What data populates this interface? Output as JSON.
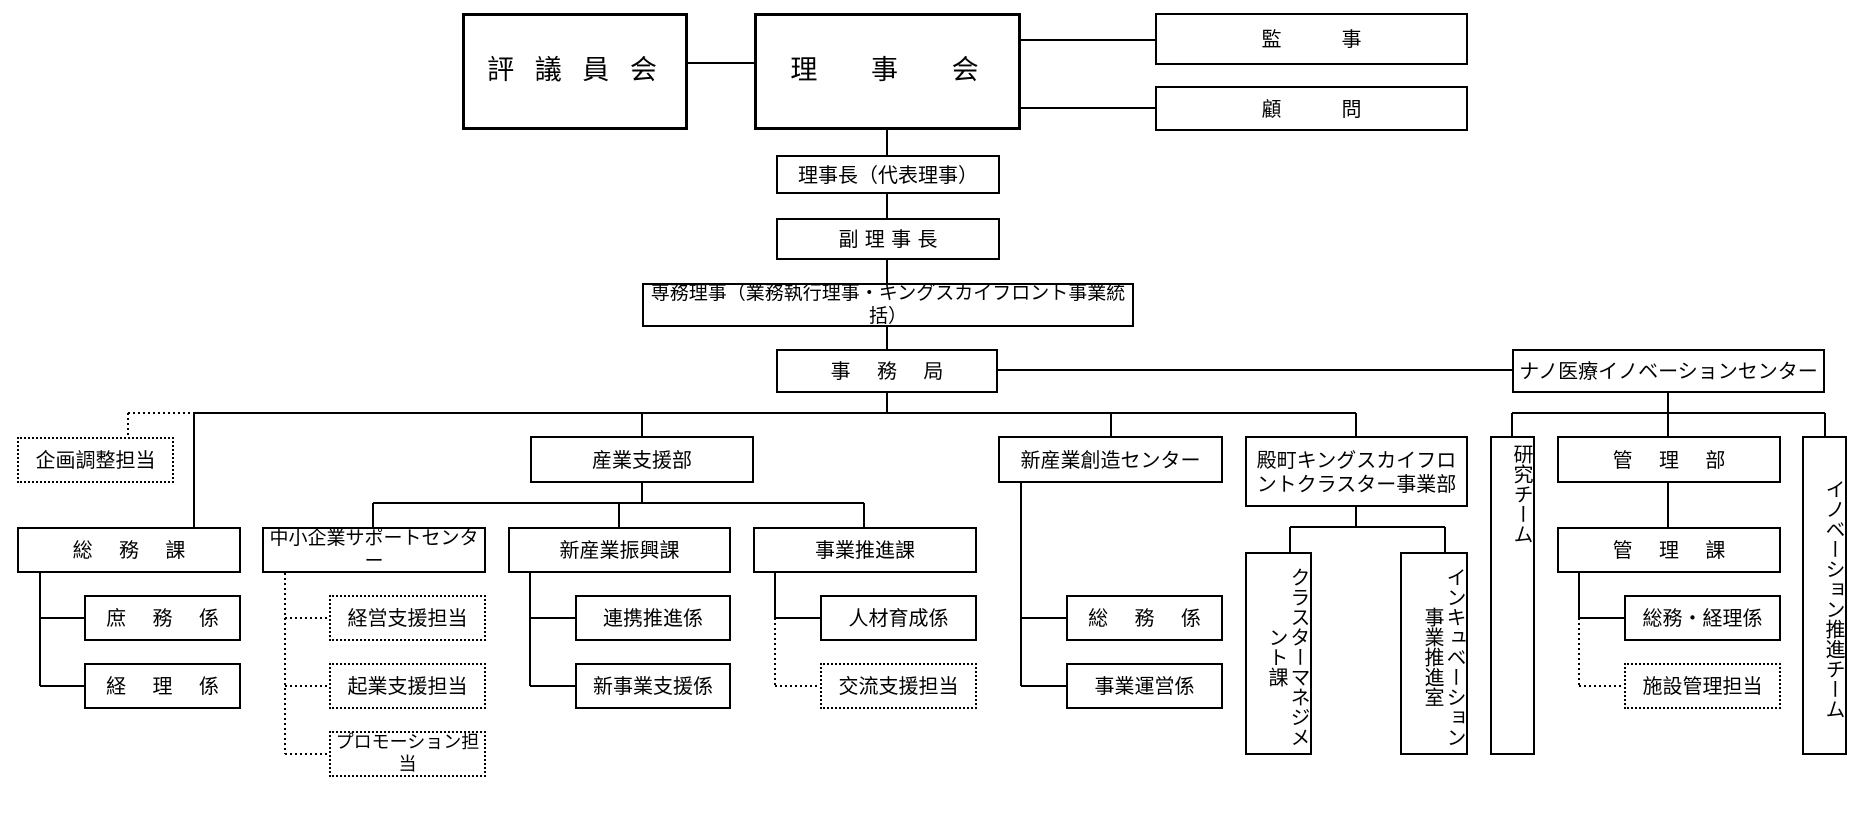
{
  "nodes": {
    "council": "評 議 員 会",
    "board": "理　 事　 会",
    "auditor": "監　　　事",
    "advisor": "顧　　　問",
    "chairman": "理事長（代表理事）",
    "vice_chairman": "副 理 事 長",
    "executive_director": "専務理事（業務執行理事・キングスカイフロント事業統括）",
    "secretariat": "事　 務　 局",
    "nano_center": "ナノ医療イノベーションセンター",
    "planning": "企画調整担当",
    "general_affairs": "総　 務　 課",
    "general_affairs_section": "庶　 務　 係",
    "accounting_section": "経　 理　 係",
    "industry_support": "産業支援部",
    "sme_support_center": "中小企業サポートセンター",
    "management_support": "経営支援担当",
    "startup_support": "起業支援担当",
    "promotion": "プロモーション担当",
    "new_industry_promotion": "新産業振興課",
    "collaboration": "連携推進係",
    "new_business_support": "新事業支援係",
    "business_promotion": "事業推進課",
    "hr_development": "人材育成係",
    "exchange_support": "交流支援担当",
    "new_industry_center": "新産業創造センター",
    "nic_general_affairs": "総　 務　 係",
    "nic_operations": "事業運営係",
    "tonomachi": "殿町キングスカイフロントクラスター事業部",
    "cluster_management": "クラスターマネジメント課",
    "incubation": "インキュベーション事業推進室",
    "research_team": "研究チーム",
    "management_dept": "管　 理　 部",
    "management_div": "管　 理　 課",
    "general_accounting": "総務・経理係",
    "facility_management": "施設管理担当",
    "innovation_team": "イノベーション推進チーム"
  }
}
